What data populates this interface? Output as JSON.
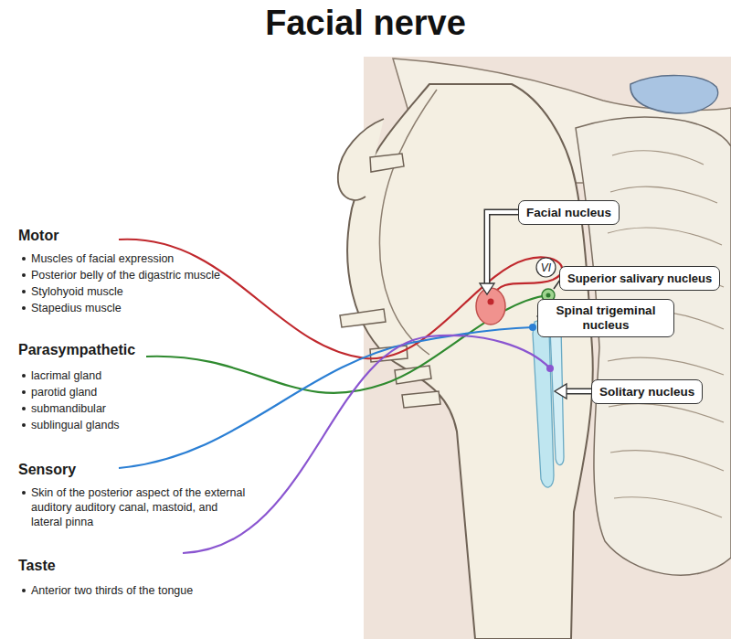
{
  "diagram": {
    "title": "Facial nerve",
    "nodes": [
      {
        "text": [
          "Facial nucleus"
        ]
      },
      {
        "text": [
          "VI"
        ]
      },
      {
        "text": [
          "Superior salivary nucleus"
        ]
      },
      {
        "text": [
          "Spinal trigeminal nucleus"
        ]
      },
      {
        "text": [
          "Solitary nucleus"
        ]
      }
    ],
    "labels": [
      "Motor",
      "Muscles of facial expression",
      "Posterior belly of the digastric muscle",
      "Stylohyoid muscle",
      "Stapedius muscle",
      "Parasympathetic",
      "lacrimal gland",
      "parotid gland",
      "submandibular",
      "sublingual glands",
      "Sensory",
      "Skin of the posterior aspect of the external auditory auditory canal, mastoid, and lateral pinna",
      "Taste",
      "Anterior two thirds of the tongue"
    ]
  }
}
